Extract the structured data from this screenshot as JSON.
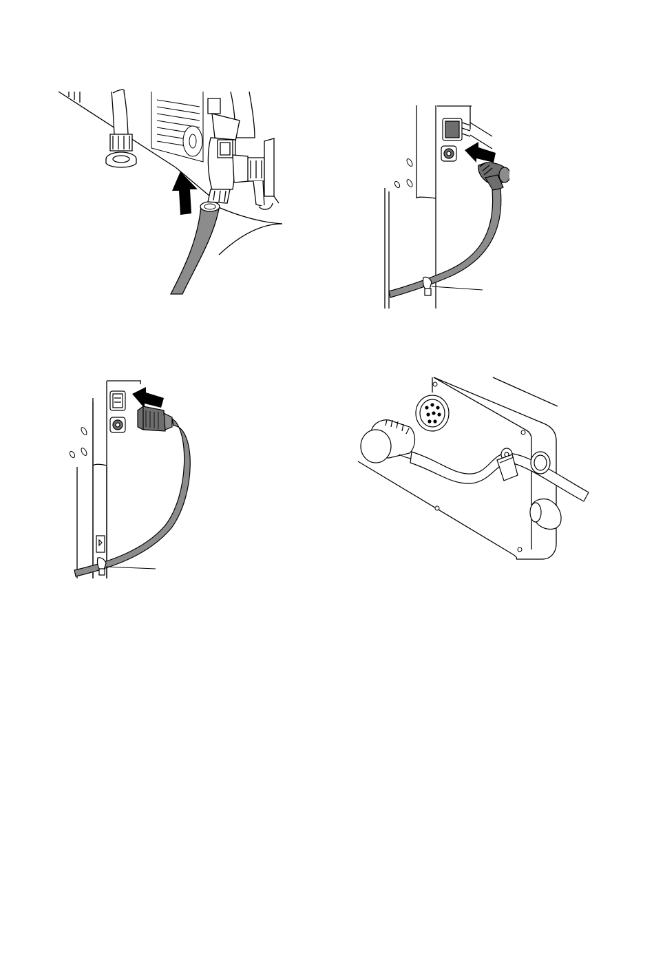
{
  "figures": [
    {
      "id": "hose-to-valve",
      "arrow_direction": "up",
      "has_callout": false
    },
    {
      "id": "angled-plug-to-socket",
      "arrow_direction": "left",
      "has_callout": true
    },
    {
      "id": "rect-plug-to-socket",
      "arrow_direction": "left",
      "has_callout": true
    },
    {
      "id": "connected-cable-with-clamp",
      "arrow_direction": "none",
      "has_callout": false
    }
  ],
  "colors": {
    "line": "#000000",
    "hose_fill": "#8c8c8c",
    "cable_fill": "#8c8c8c",
    "connector_fill": "#6e6e6e",
    "arrow_fill": "#000000",
    "background": "#ffffff"
  }
}
